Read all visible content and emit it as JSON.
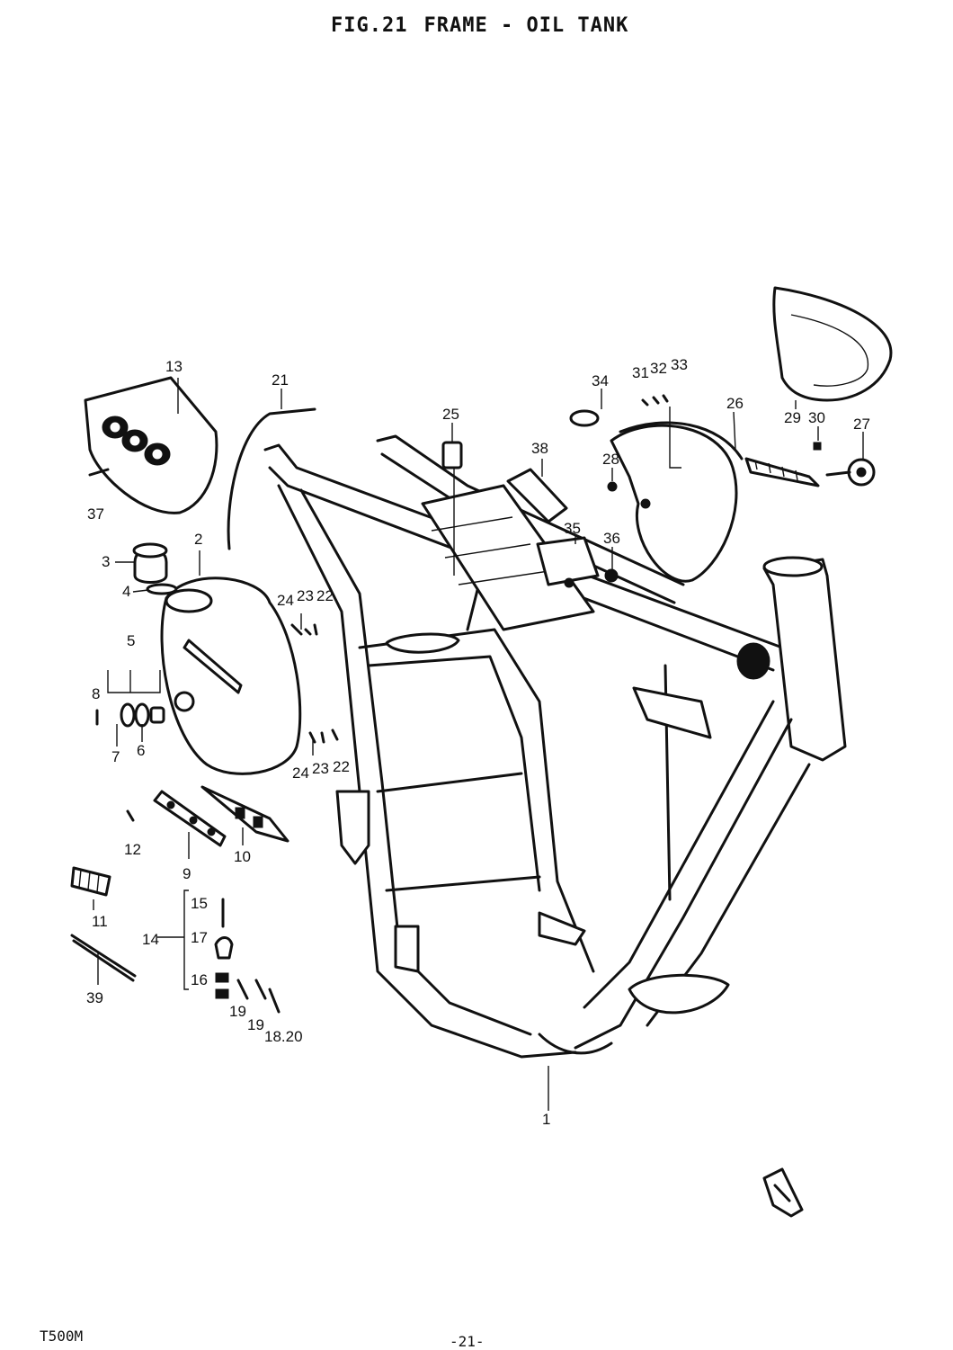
{
  "header": {
    "fig": "FIG.21",
    "title": "FRAME - OIL TANK"
  },
  "footer": {
    "model": "T500M",
    "page": "-21-"
  },
  "callouts": {
    "c1": "1",
    "c2": "2",
    "c3": "3",
    "c4": "4",
    "c5": "5",
    "c6": "6",
    "c7": "7",
    "c8": "8",
    "c9": "9",
    "c10": "10",
    "c11": "11",
    "c12": "12",
    "c13": "13",
    "c14": "14",
    "c15": "15",
    "c16": "16",
    "c17": "17",
    "c19a": "19",
    "c19b": "19",
    "c18_20": "18.20",
    "c21": "21",
    "c22a": "22",
    "c23a": "23",
    "c24a": "24",
    "c22b": "22",
    "c23b": "23",
    "c24b": "24",
    "c25": "25",
    "c26": "26",
    "c27": "27",
    "c28": "28",
    "c29": "29",
    "c30": "30",
    "c31": "31",
    "c32": "32",
    "c33": "33",
    "c34": "34",
    "c35": "35",
    "c36": "36",
    "c37": "37",
    "c38": "38",
    "c39": "39"
  }
}
